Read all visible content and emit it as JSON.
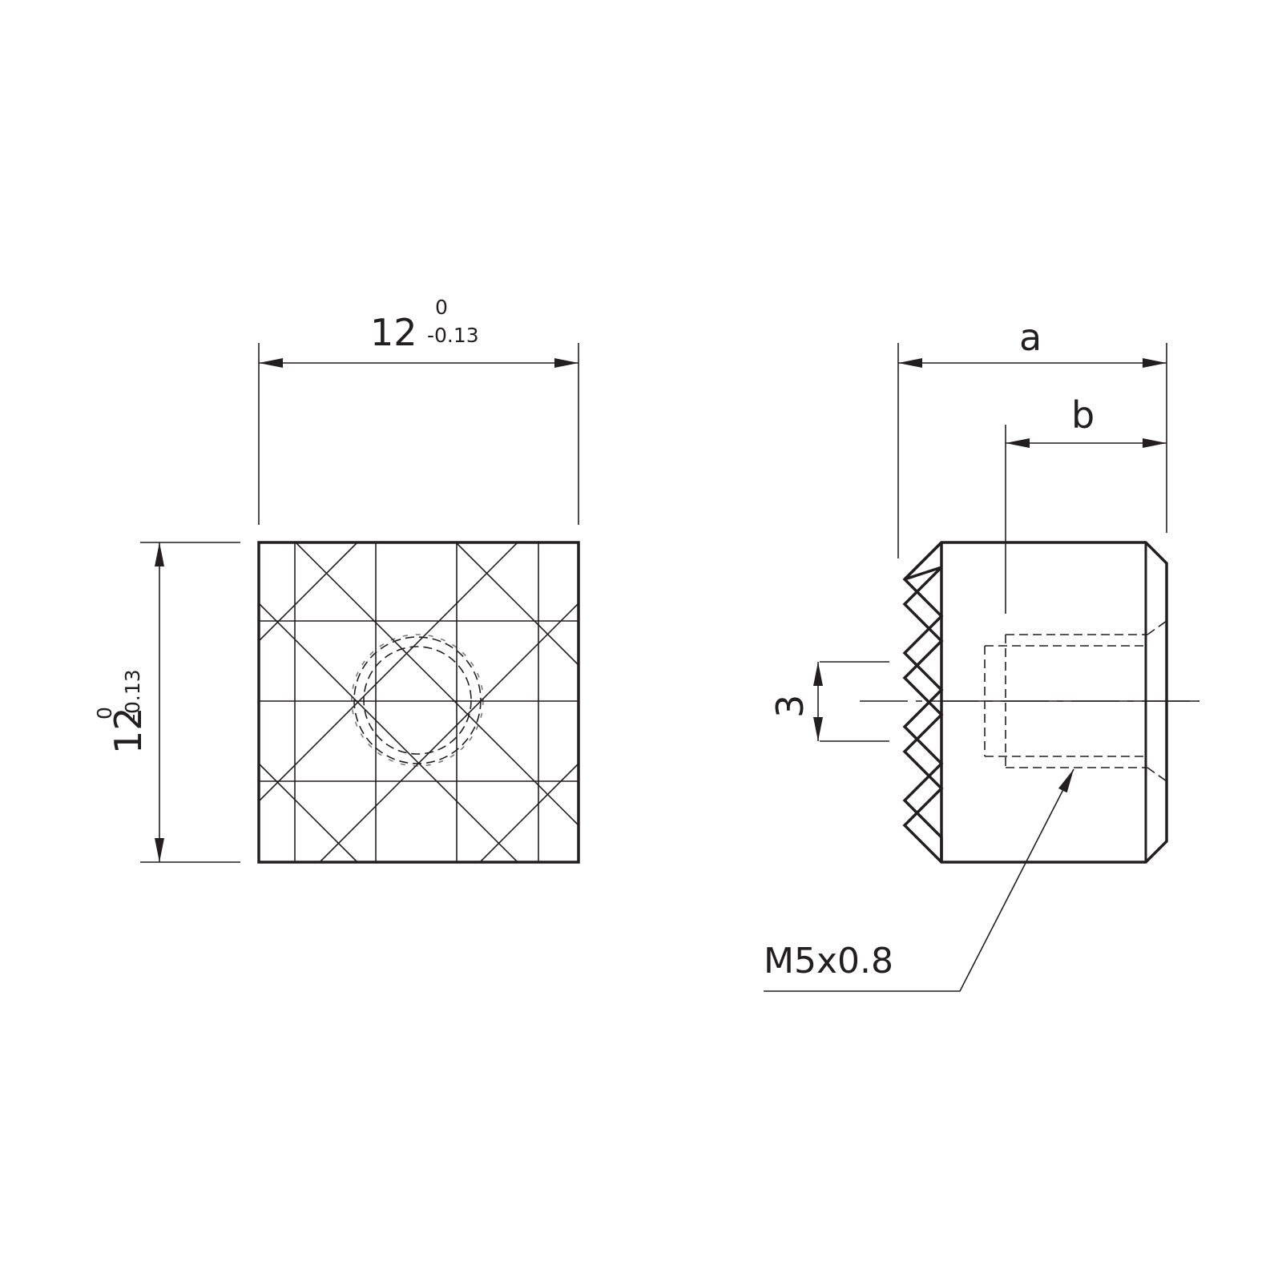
{
  "front_view": {
    "width_dim": {
      "nominal": "12",
      "upper_tol": "0",
      "lower_tol": "-0.13"
    },
    "height_dim": {
      "nominal": "12",
      "upper_tol": "0",
      "lower_tol": "-0.13"
    }
  },
  "side_view": {
    "dim_a": "a",
    "dim_b": "b",
    "dim_pitch": "3",
    "thread_callout": "M5x0.8"
  },
  "colors": {
    "line": "#231f20",
    "background": "#ffffff"
  }
}
